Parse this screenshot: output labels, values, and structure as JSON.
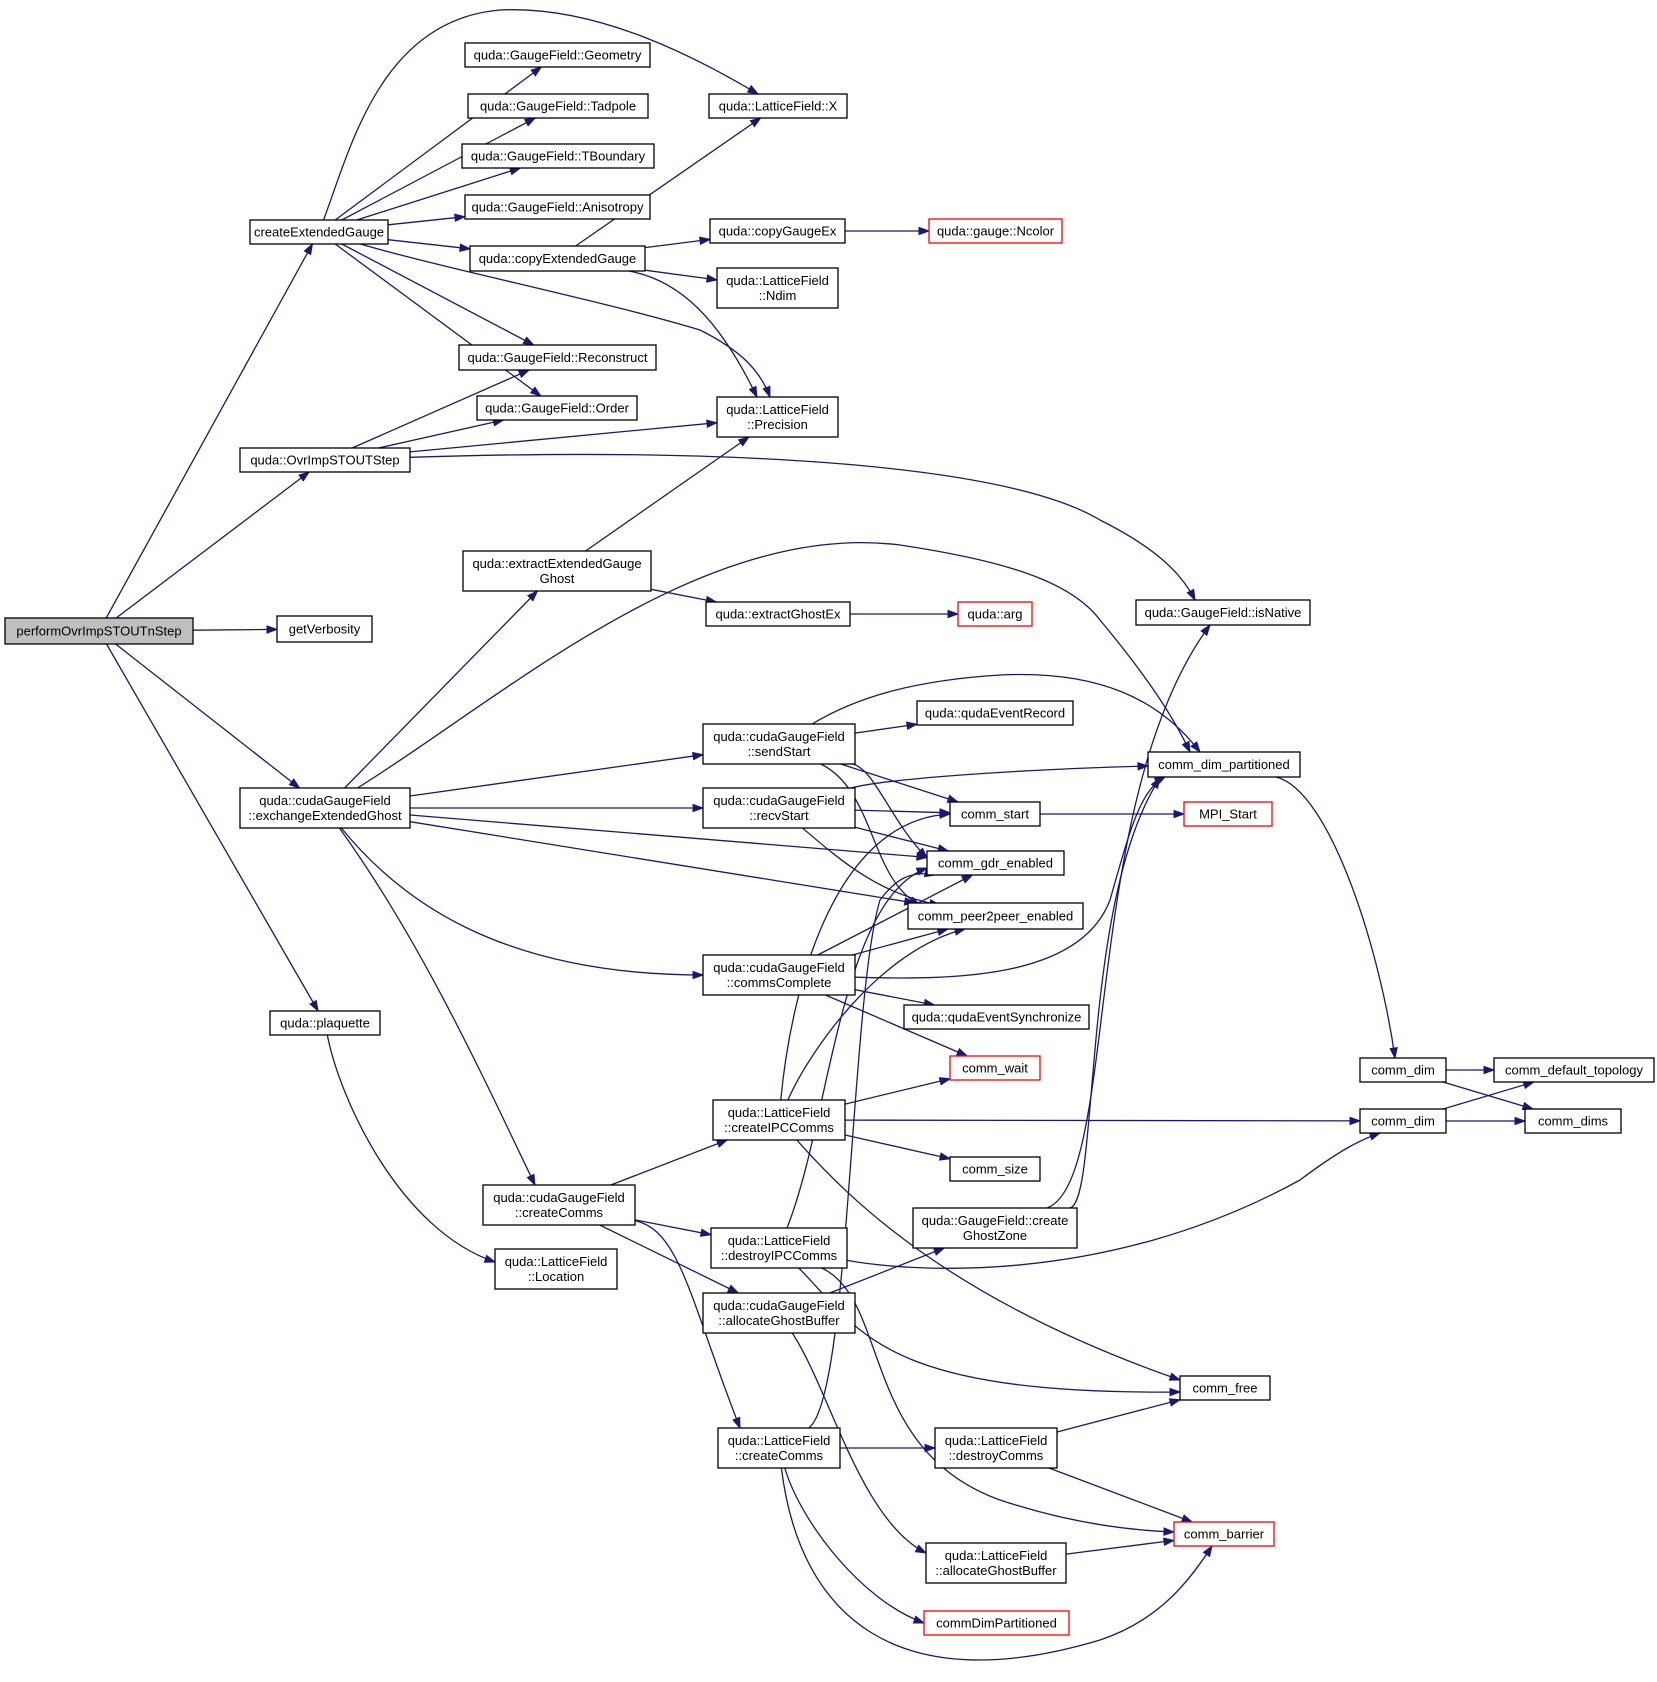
{
  "colors": {
    "edge": "#191970",
    "root_fill": "#bfbfbf",
    "red_border": "#ff0000"
  },
  "nodes": {
    "root": [
      "performOvrImpSTOUTnStep"
    ],
    "cEG": [
      "createExtendedGauge"
    ],
    "ovr": [
      "quda::OvrImpSTOUTStep"
    ],
    "verb": [
      "getVerbosity"
    ],
    "exEG": [
      "quda::cudaGaugeField",
      "::exchangeExtendedGhost"
    ],
    "plaq": [
      "quda::plaquette"
    ],
    "geom": [
      "quda::GaugeField::Geometry"
    ],
    "tad": [
      "quda::GaugeField::Tadpole"
    ],
    "tbnd": [
      "quda::GaugeField::TBoundary"
    ],
    "aniso": [
      "quda::GaugeField::Anisotropy"
    ],
    "cpyEG": [
      "quda::copyExtendedGauge"
    ],
    "recon": [
      "quda::GaugeField::Reconstruct"
    ],
    "order": [
      "quda::GaugeField::Order"
    ],
    "extEGG": [
      "quda::extractExtendedGauge",
      "Ghost"
    ],
    "cGF_cc": [
      "quda::cudaGaugeField",
      "::createComms"
    ],
    "lfLoc": [
      "quda::LatticeField",
      "::Location"
    ],
    "lfX": [
      "quda::LatticeField::X"
    ],
    "cpyGEx": [
      "quda::copyGaugeEx"
    ],
    "lfNdim": [
      "quda::LatticeField",
      "::Ndim"
    ],
    "lfPrec": [
      "quda::LatticeField",
      "::Precision"
    ],
    "extGEx": [
      "quda::extractGhostEx"
    ],
    "sendS": [
      "quda::cudaGaugeField",
      "::sendStart"
    ],
    "recvS": [
      "quda::cudaGaugeField",
      "::recvStart"
    ],
    "commsC": [
      "quda::cudaGaugeField",
      "::commsComplete"
    ],
    "lfCIPC": [
      "quda::LatticeField",
      "::createIPCComms"
    ],
    "lfDIPC": [
      "quda::LatticeField",
      "::destroyIPCComms"
    ],
    "cGF_agb": [
      "quda::cudaGaugeField",
      "::allocateGhostBuffer"
    ],
    "lfCC": [
      "quda::LatticeField",
      "::createComms"
    ],
    "gNcolor": [
      "quda::gauge::Ncolor"
    ],
    "qarg": [
      "quda::arg"
    ],
    "qER": [
      "quda::qudaEventRecord"
    ],
    "cStart": [
      "comm_start"
    ],
    "cGdr": [
      "comm_gdr_enabled"
    ],
    "cP2P": [
      "comm_peer2peer_enabled"
    ],
    "qES": [
      "quda::qudaEventSynchronize"
    ],
    "cWait": [
      "comm_wait"
    ],
    "cSize": [
      "comm_size"
    ],
    "gfCGZ": [
      "quda::GaugeField::create",
      "GhostZone"
    ],
    "lfDC": [
      "quda::LatticeField",
      "::destroyComms"
    ],
    "lfAGB": [
      "quda::LatticeField",
      "::allocateGhostBuffer"
    ],
    "cDimPart": [
      "commDimPartitioned"
    ],
    "gfNative": [
      "quda::GaugeField::isNative"
    ],
    "cdp": [
      "comm_dim_partitioned"
    ],
    "mpiS": [
      "MPI_Start"
    ],
    "cFree": [
      "comm_free"
    ],
    "cBarrier": [
      "comm_barrier"
    ],
    "cDim1": [
      "comm_dim"
    ],
    "cDim2": [
      "comm_dim"
    ],
    "cTopo": [
      "comm_default_topology"
    ],
    "cDims": [
      "comm_dims"
    ]
  }
}
